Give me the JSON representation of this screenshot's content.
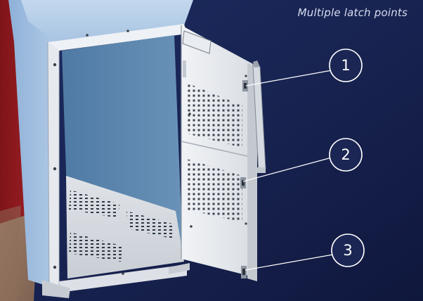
{
  "caption": "Multiple latch points",
  "callouts": [
    {
      "number": "1"
    },
    {
      "number": "2"
    },
    {
      "number": "3"
    }
  ],
  "colors": {
    "background": "#16204a",
    "cabinet_metal": "#e4e8ee",
    "cabinet_interior": "#5d86ad",
    "callout_ring": "#ffffff",
    "wall_red": "#9a1d22"
  }
}
